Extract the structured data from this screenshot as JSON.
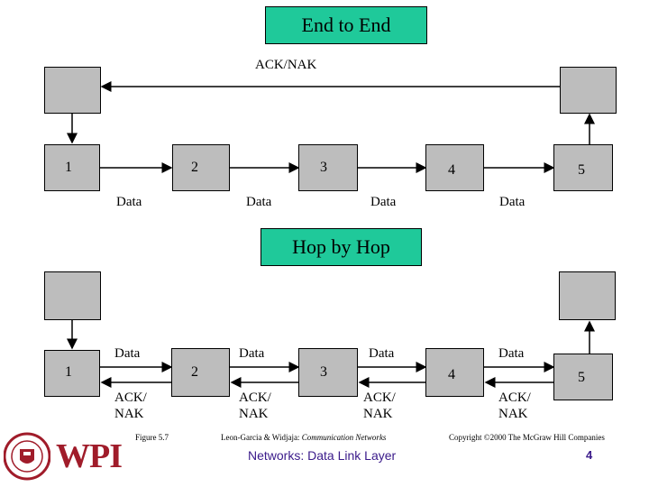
{
  "top": {
    "title": "End to End",
    "ack_label": "ACK/NAK",
    "nodes": [
      "1",
      "2",
      "3",
      "4",
      "5"
    ],
    "data_labels": [
      "Data",
      "Data",
      "Data",
      "Data"
    ]
  },
  "bottom": {
    "title": "Hop by Hop",
    "nodes": [
      "1",
      "2",
      "3",
      "4",
      "5"
    ],
    "data_labels": [
      "Data",
      "Data",
      "Data",
      "Data"
    ],
    "ack_labels": [
      "ACK/\nNAK",
      "ACK/\nNAK",
      "ACK/\nNAK",
      "ACK/\nNAK"
    ]
  },
  "footer": {
    "figure": "Figure 5.7",
    "citation_authors": "Leon-Garcia & Widjaja:",
    "citation_book": "Communication Networks",
    "copyright": "Copyright ©2000 The McGraw Hill Companies",
    "slide_title": "Networks: Data Link Layer",
    "page_number": "4",
    "logo_text": "WPI"
  },
  "colors": {
    "title_box": "#1fc99a",
    "node_box": "#bdbdbd",
    "footer_text": "#3a1a8a",
    "logo": "#a01c2a"
  }
}
